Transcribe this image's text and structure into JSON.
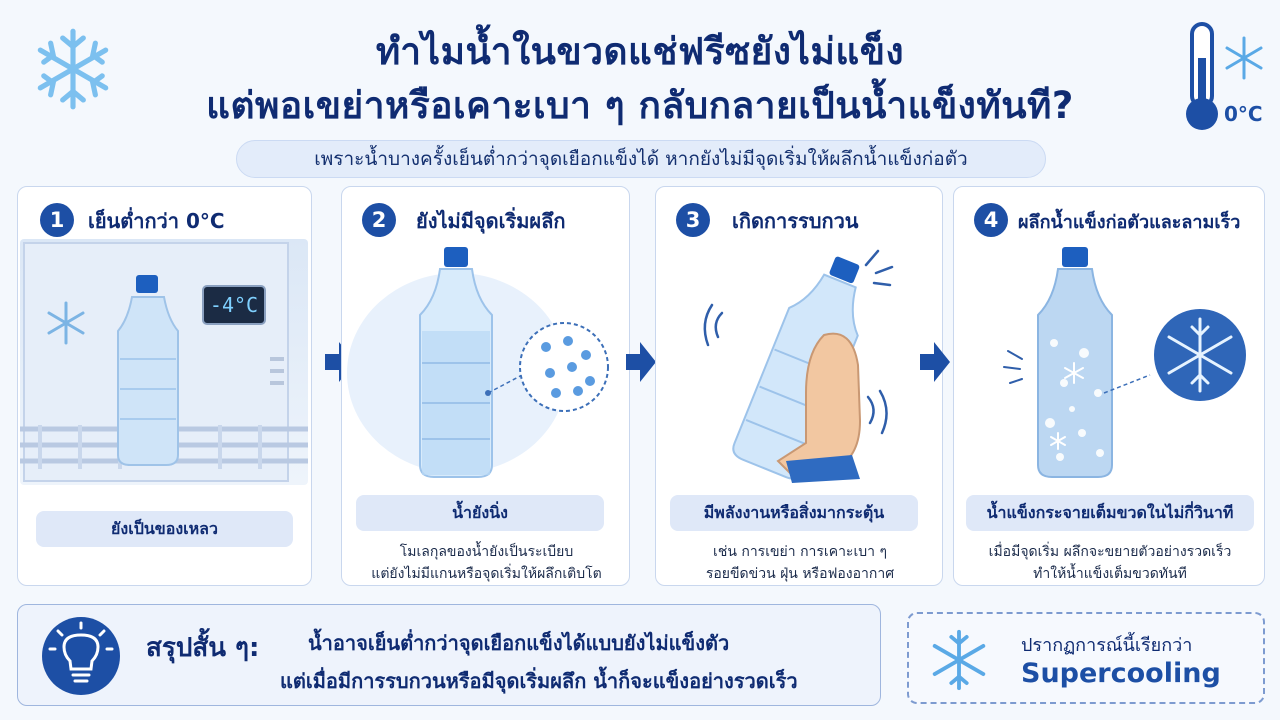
{
  "header": {
    "title_line1": "ทำไมน้ำในขวดแช่ฟรีซยังไม่แข็ง",
    "title_line2": "แต่พอเขย่าหรือเคาะเบา ๆ กลับกลายเป็นน้ำแข็งทันที?",
    "subtitle": "เพราะน้ำบางครั้งเย็นต่ำกว่าจุดเยือกแข็งได้ หากยังไม่มีจุดเริ่มให้ผลึกน้ำแข็งก่อตัว",
    "thermometer_label": "0°C"
  },
  "steps": [
    {
      "number": "1",
      "title": "เย็นต่ำกว่า 0°C",
      "display": "-4°C",
      "caption": "ยังเป็นของเหลว"
    },
    {
      "number": "2",
      "title": "ยังไม่มีจุดเริ่มผลึก",
      "caption": "น้ำยังนิ่ง",
      "desc_line1": "โมเลกุลของน้ำยังเป็นระเบียบ",
      "desc_line2": "แต่ยังไม่มีแกนหรือจุดเริ่มให้ผลึกเติบโต"
    },
    {
      "number": "3",
      "title": "เกิดการรบกวน",
      "caption": "มีพลังงานหรือสิ่งมากระตุ้น",
      "desc_line1": "เช่น การเขย่า การเคาะเบา ๆ",
      "desc_line2": "รอยขีดข่วน ฝุ่น หรือฟองอากาศ"
    },
    {
      "number": "4",
      "title": "ผลึกน้ำแข็งก่อตัวและลามเร็ว",
      "caption": "น้ำแข็งกระจายเต็มขวดในไม่กี่วินาที",
      "desc_line1": "เมื่อมีจุดเริ่ม ผลึกจะขยายตัวอย่างรวดเร็ว",
      "desc_line2": "ทำให้น้ำแข็งเต็มขวดทันที"
    }
  ],
  "summary": {
    "label": "สรุปสั้น ๆ:",
    "line1": "น้ำอาจเย็นต่ำกว่าจุดเยือกแข็งได้แบบยังไม่แข็งตัว",
    "line2": "แต่เมื่อมีการรบกวนหรือมีจุดเริ่มผลึก น้ำก็จะแข็งอย่างรวดเร็ว"
  },
  "term": {
    "label": "ปรากฏการณ์นี้เรียกว่า",
    "word": "Supercooling"
  },
  "colors": {
    "navy": "#0f2b72",
    "accent": "#1d4fa5",
    "ice": "#5aa9e6"
  }
}
